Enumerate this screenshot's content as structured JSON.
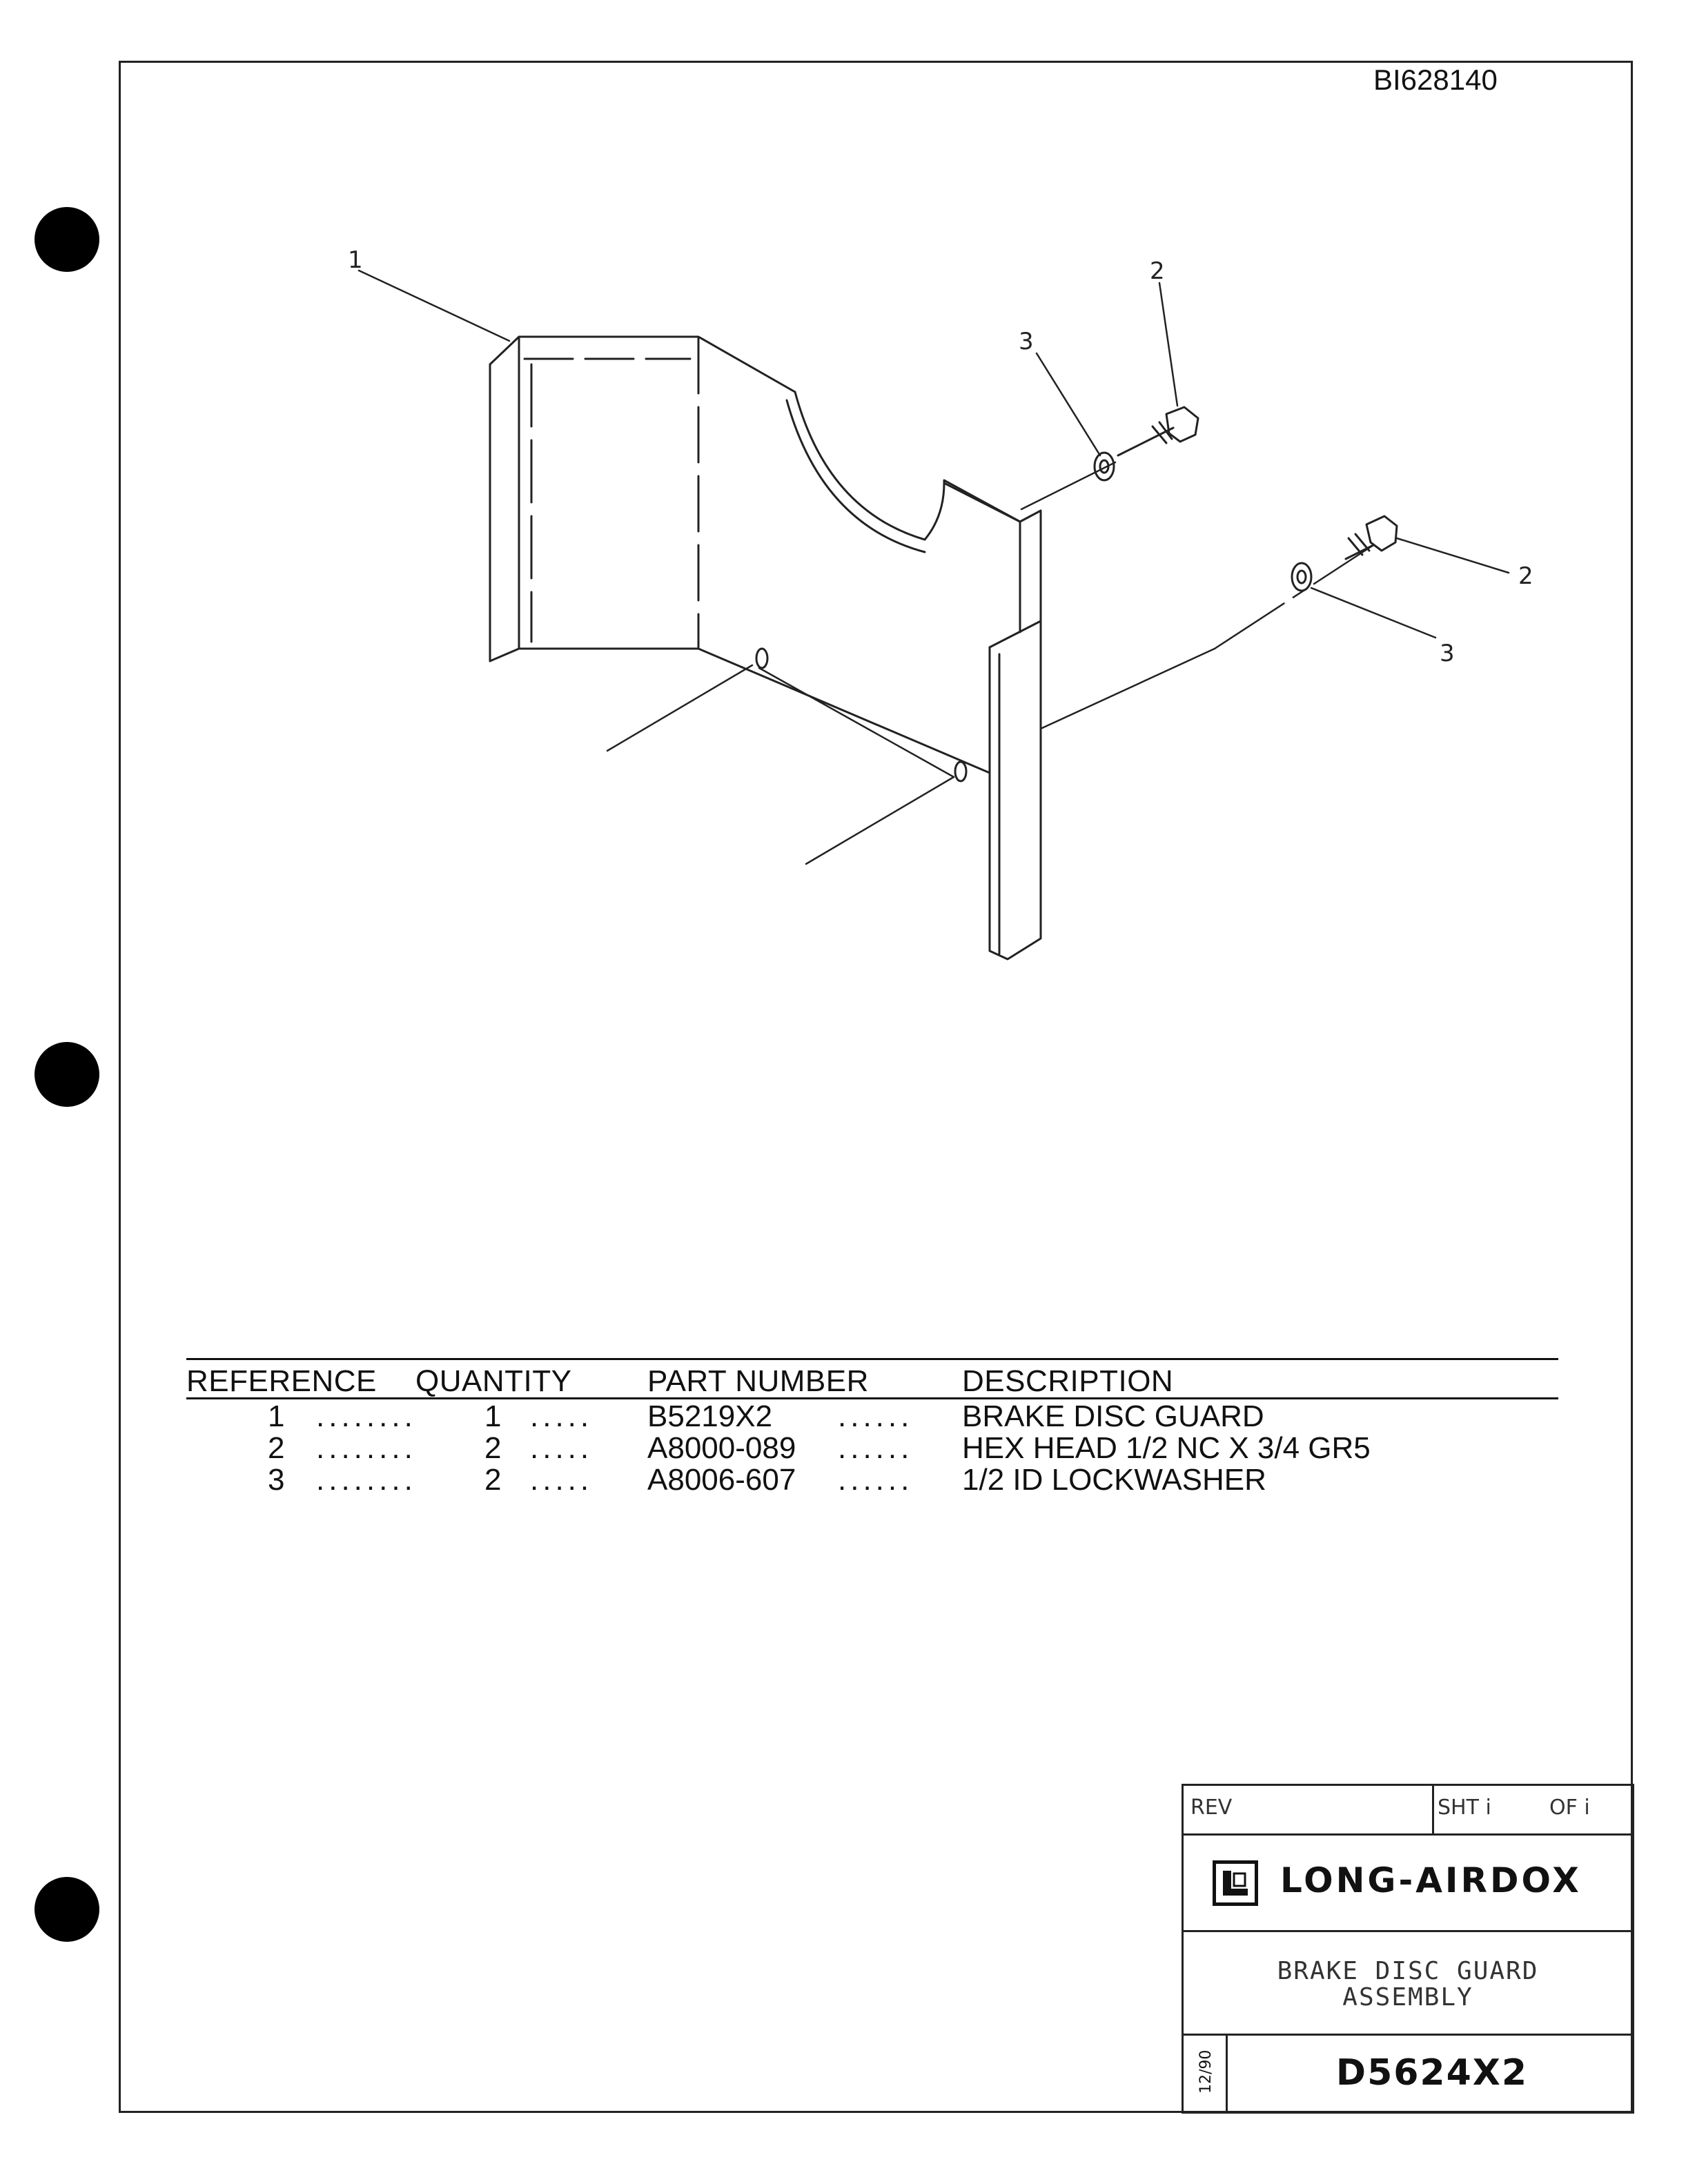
{
  "document_id": "BI628140",
  "callouts": [
    "1",
    "2",
    "3",
    "2",
    "3"
  ],
  "parts_table": {
    "headers": [
      "REFERENCE",
      "QUANTITY",
      "PART NUMBER",
      "DESCRIPTION"
    ],
    "leader_short": "........",
    "leader_mid": ".....",
    "leader_long": "......",
    "rows": [
      {
        "reference": "1",
        "quantity": "1",
        "part_number": "B5219X2",
        "description": "BRAKE DISC GUARD"
      },
      {
        "reference": "2",
        "quantity": "2",
        "part_number": "A8000-089",
        "description": "HEX HEAD 1/2 NC X 3/4 GR5"
      },
      {
        "reference": "3",
        "quantity": "2",
        "part_number": "A8006-607",
        "description": "1/2 ID LOCKWASHER"
      }
    ]
  },
  "title_block": {
    "rev_label": "REV",
    "sheet_label": "SHT i",
    "of_label": "OF i",
    "company": "LONG-AIRDOX",
    "title_line1": "BRAKE DISC GUARD",
    "title_line2": "ASSEMBLY",
    "date": "12/90",
    "drawing_number": "D5624X2"
  }
}
